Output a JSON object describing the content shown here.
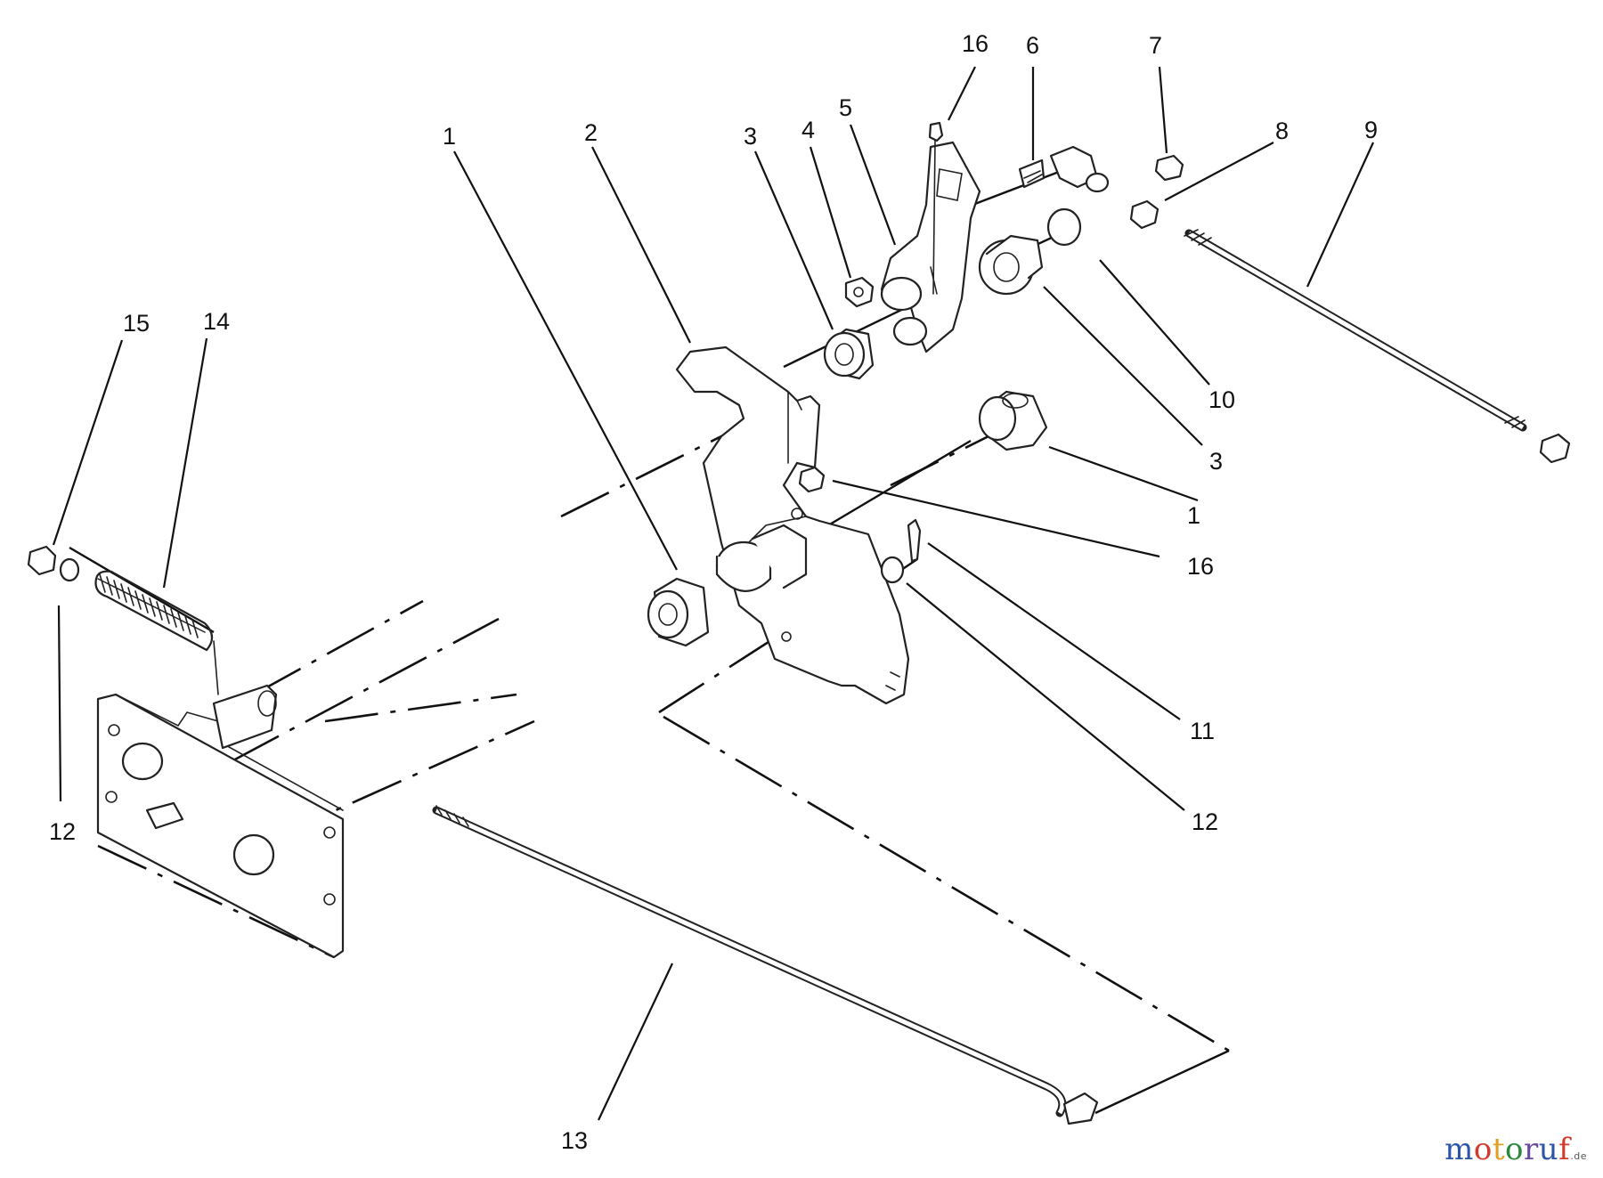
{
  "callouts": [
    {
      "id": "c1a",
      "label": "1"
    },
    {
      "id": "c2",
      "label": "2"
    },
    {
      "id": "c3a",
      "label": "3"
    },
    {
      "id": "c4",
      "label": "4"
    },
    {
      "id": "c5",
      "label": "5"
    },
    {
      "id": "c16a",
      "label": "16"
    },
    {
      "id": "c6",
      "label": "6"
    },
    {
      "id": "c7",
      "label": "7"
    },
    {
      "id": "c8",
      "label": "8"
    },
    {
      "id": "c9",
      "label": "9"
    },
    {
      "id": "c10",
      "label": "10"
    },
    {
      "id": "c3b",
      "label": "3"
    },
    {
      "id": "c1b",
      "label": "1"
    },
    {
      "id": "c16b",
      "label": "16"
    },
    {
      "id": "c11",
      "label": "11"
    },
    {
      "id": "c12b",
      "label": "12"
    },
    {
      "id": "c15",
      "label": "15"
    },
    {
      "id": "c14",
      "label": "14"
    },
    {
      "id": "c12a",
      "label": "12"
    },
    {
      "id": "c13",
      "label": "13"
    }
  ],
  "watermark": {
    "letters": [
      {
        "ch": "m",
        "color": "#2a55a8"
      },
      {
        "ch": "o",
        "color": "#d33a2c"
      },
      {
        "ch": "t",
        "color": "#e0a020"
      },
      {
        "ch": "o",
        "color": "#2a8a3a"
      },
      {
        "ch": "r",
        "color": "#6a4aa0"
      },
      {
        "ch": "u",
        "color": "#2a55a8"
      },
      {
        "ch": "f",
        "color": "#d33a2c"
      }
    ],
    "suffix": ".de"
  }
}
